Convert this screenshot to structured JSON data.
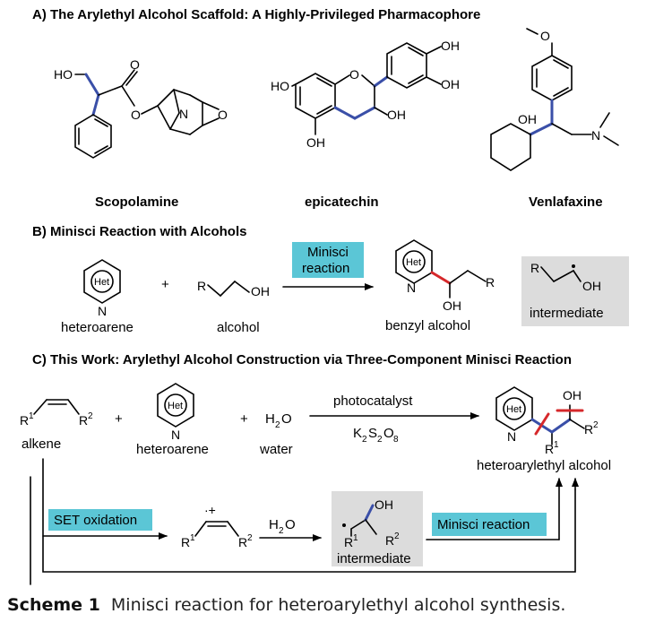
{
  "sections": {
    "a": {
      "title": "A) The Arylethyl Alcohol Scaffold: A Highly-Privileged Pharmacophore"
    },
    "b": {
      "title": "B) Minisci Reaction with Alcohols"
    },
    "c": {
      "title": "C) This Work: Arylethyl Alcohol Construction via Three-Component Minisci Reaction"
    }
  },
  "drugs": {
    "scopolamine": "Scopolamine",
    "epicatechin": "epicatechin",
    "venlafaxine": "Venlafaxine"
  },
  "atoms": {
    "ho": "HO",
    "oh": "OH",
    "o": "O",
    "n": "N",
    "het": "Het",
    "r": "R",
    "r1": "R",
    "r1_sup": "1",
    "r2": "R",
    "r2_sup": "2",
    "h2o_h": "H",
    "h2o_sub": "2",
    "h2o_o": "O",
    "plus": "+",
    "radical_cation": "·+"
  },
  "labels": {
    "heteroarene": "heteroarene",
    "alcohol": "alcohol",
    "benzyl_alcohol": "benzyl alcohol",
    "intermediate": "intermediate",
    "alkene": "alkene",
    "water": "water",
    "heteroarylethyl_alcohol": "heteroarylethyl alcohol"
  },
  "arrows": {
    "minisci_box_line1": "Minisci",
    "minisci_box_line2": "reaction",
    "photocatalyst": "photocatalyst",
    "oxidant_k": "K",
    "oxidant_k_sub": "2",
    "oxidant_s": "S",
    "oxidant_s_sub": "2",
    "oxidant_o": "O",
    "oxidant_o_sub": "8",
    "set_oxidation": "SET oxidation",
    "minisci_reaction": "Minisci reaction"
  },
  "caption": {
    "label": "Scheme 1",
    "text": "Minisci reaction for heteroarylethyl alcohol synthesis."
  },
  "colors": {
    "highlight_bond": "#3a4fa8",
    "cleave_bond": "#d6282b",
    "label_box": "#5bc6d6",
    "intermediate_box": "#dcdcdc"
  }
}
